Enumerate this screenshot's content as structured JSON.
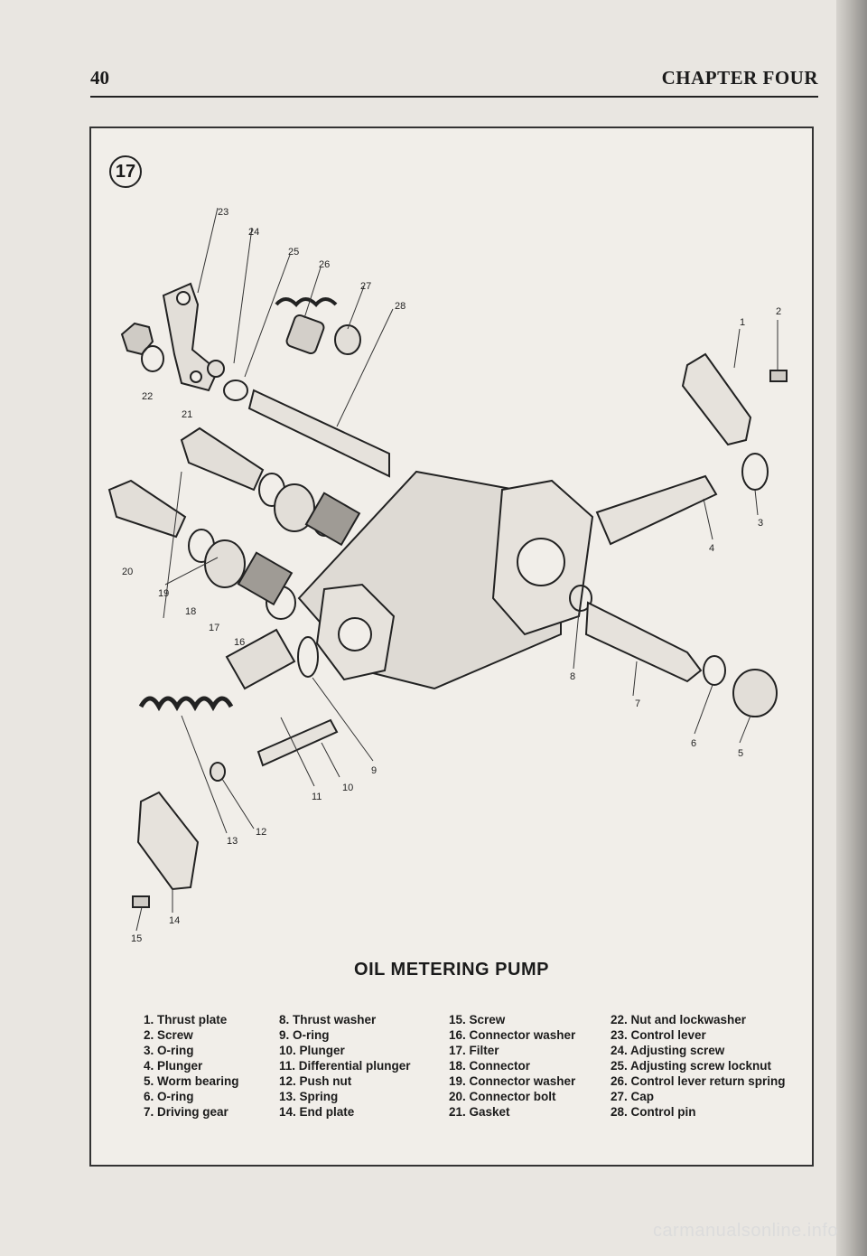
{
  "header": {
    "page_number": "40",
    "chapter_title": "CHAPTER FOUR"
  },
  "figure": {
    "number": "17",
    "caption": "OIL METERING PUMP",
    "callouts": [
      "1",
      "2",
      "3",
      "4",
      "5",
      "6",
      "7",
      "8",
      "9",
      "10",
      "11",
      "12",
      "13",
      "14",
      "15",
      "16",
      "17",
      "18",
      "19",
      "20",
      "21",
      "22",
      "23",
      "24",
      "25",
      "26",
      "27",
      "28"
    ]
  },
  "legend": {
    "columns": [
      [
        "1. Thrust plate",
        "2. Screw",
        "3. O-ring",
        "4. Plunger",
        "5. Worm bearing",
        "6. O-ring",
        "7. Driving gear"
      ],
      [
        "8. Thrust washer",
        "9. O-ring",
        "10. Plunger",
        "11. Differential plunger",
        "12. Push nut",
        "13. Spring",
        "14. End plate"
      ],
      [
        "15. Screw",
        "16. Connector washer",
        "17. Filter",
        "18. Connector",
        "19. Connector washer",
        "20. Connector bolt",
        "21. Gasket"
      ],
      [
        "22. Nut and lockwasher",
        "23. Control lever",
        "24. Adjusting screw",
        "25. Adjusting screw locknut",
        "26. Control lever return spring",
        "27. Cap",
        "28. Control pin"
      ]
    ]
  },
  "watermark": "carmanualsonline.info"
}
